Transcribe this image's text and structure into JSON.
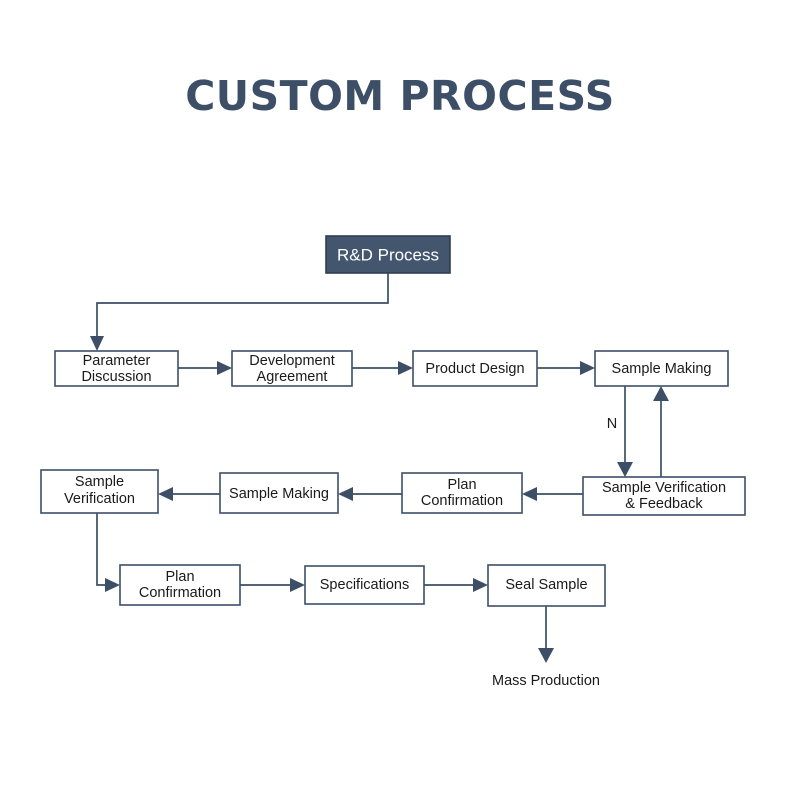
{
  "title": "CUSTOM PROCESS",
  "colors": {
    "accent": "#3c4f66",
    "node_fill": "#ffffff",
    "filled_node_fill": "#43566e",
    "background": "#ffffff",
    "text": "#1a1a1a"
  },
  "nodes": {
    "rd_process": {
      "label": "R&D Process",
      "style": "filled"
    },
    "parameter_discussion": {
      "line1": "Parameter",
      "line2": "Discussion"
    },
    "development_agreement": {
      "line1": "Development",
      "line2": "Agreement"
    },
    "product_design": {
      "label": "Product Design"
    },
    "sample_making_1": {
      "label": "Sample Making"
    },
    "sample_verification_feedback": {
      "line1": "Sample Verification",
      "line2": "& Feedback"
    },
    "plan_confirmation_1": {
      "line1": "Plan",
      "line2": "Confirmation"
    },
    "sample_making_2": {
      "label": "Sample Making"
    },
    "sample_verification": {
      "line1": "Sample",
      "line2": "Verification"
    },
    "plan_confirmation_2": {
      "line1": "Plan",
      "line2": "Confirmation"
    },
    "specifications": {
      "label": "Specifications"
    },
    "seal_sample": {
      "label": "Seal Sample"
    },
    "mass_production": {
      "label": "Mass Production"
    }
  },
  "edge_labels": {
    "rework_branch": "N"
  },
  "flow_sequence": [
    "R&D Process",
    "Parameter Discussion",
    "Development Agreement",
    "Product Design",
    "Sample Making",
    "Sample Verification & Feedback",
    "Plan Confirmation",
    "Sample Making",
    "Sample Verification",
    "Plan Confirmation",
    "Specifications",
    "Seal Sample",
    "Mass Production"
  ]
}
